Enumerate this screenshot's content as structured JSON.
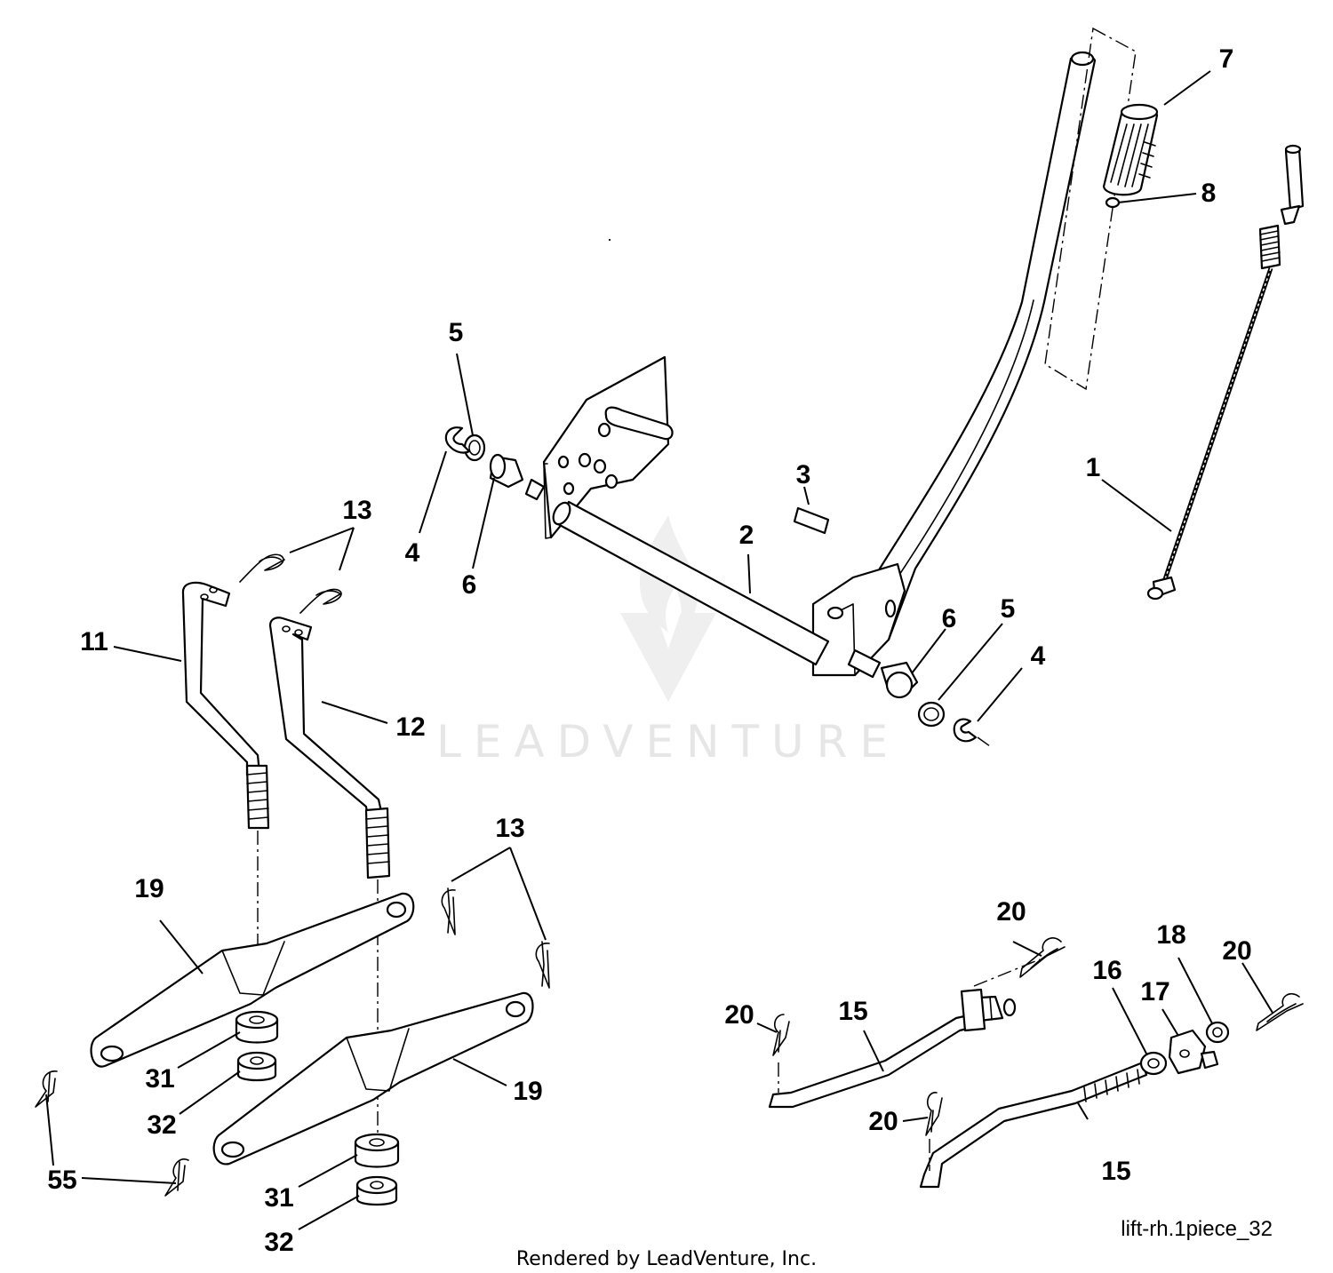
{
  "watermark": {
    "text": "LEADVENTURE"
  },
  "drawing_ref": "lift-rh.1piece_32",
  "credit": "Rendered by LeadVenture, Inc.",
  "callouts": [
    {
      "label": "1"
    },
    {
      "label": "2"
    },
    {
      "label": "3"
    },
    {
      "label": "4"
    },
    {
      "label": "4"
    },
    {
      "label": "5"
    },
    {
      "label": "5"
    },
    {
      "label": "6"
    },
    {
      "label": "6"
    },
    {
      "label": "7"
    },
    {
      "label": "8"
    },
    {
      "label": "11"
    },
    {
      "label": "12"
    },
    {
      "label": "13"
    },
    {
      "label": "13"
    },
    {
      "label": "15"
    },
    {
      "label": "15"
    },
    {
      "label": "16"
    },
    {
      "label": "17"
    },
    {
      "label": "18"
    },
    {
      "label": "19"
    },
    {
      "label": "19"
    },
    {
      "label": "20"
    },
    {
      "label": "20"
    },
    {
      "label": "20"
    },
    {
      "label": "20"
    },
    {
      "label": "31"
    },
    {
      "label": "31"
    },
    {
      "label": "32"
    },
    {
      "label": "32"
    },
    {
      "label": "55"
    }
  ],
  "colors": {
    "line": "#000000",
    "background": "#ffffff",
    "watermark": "#e6e6e6"
  }
}
